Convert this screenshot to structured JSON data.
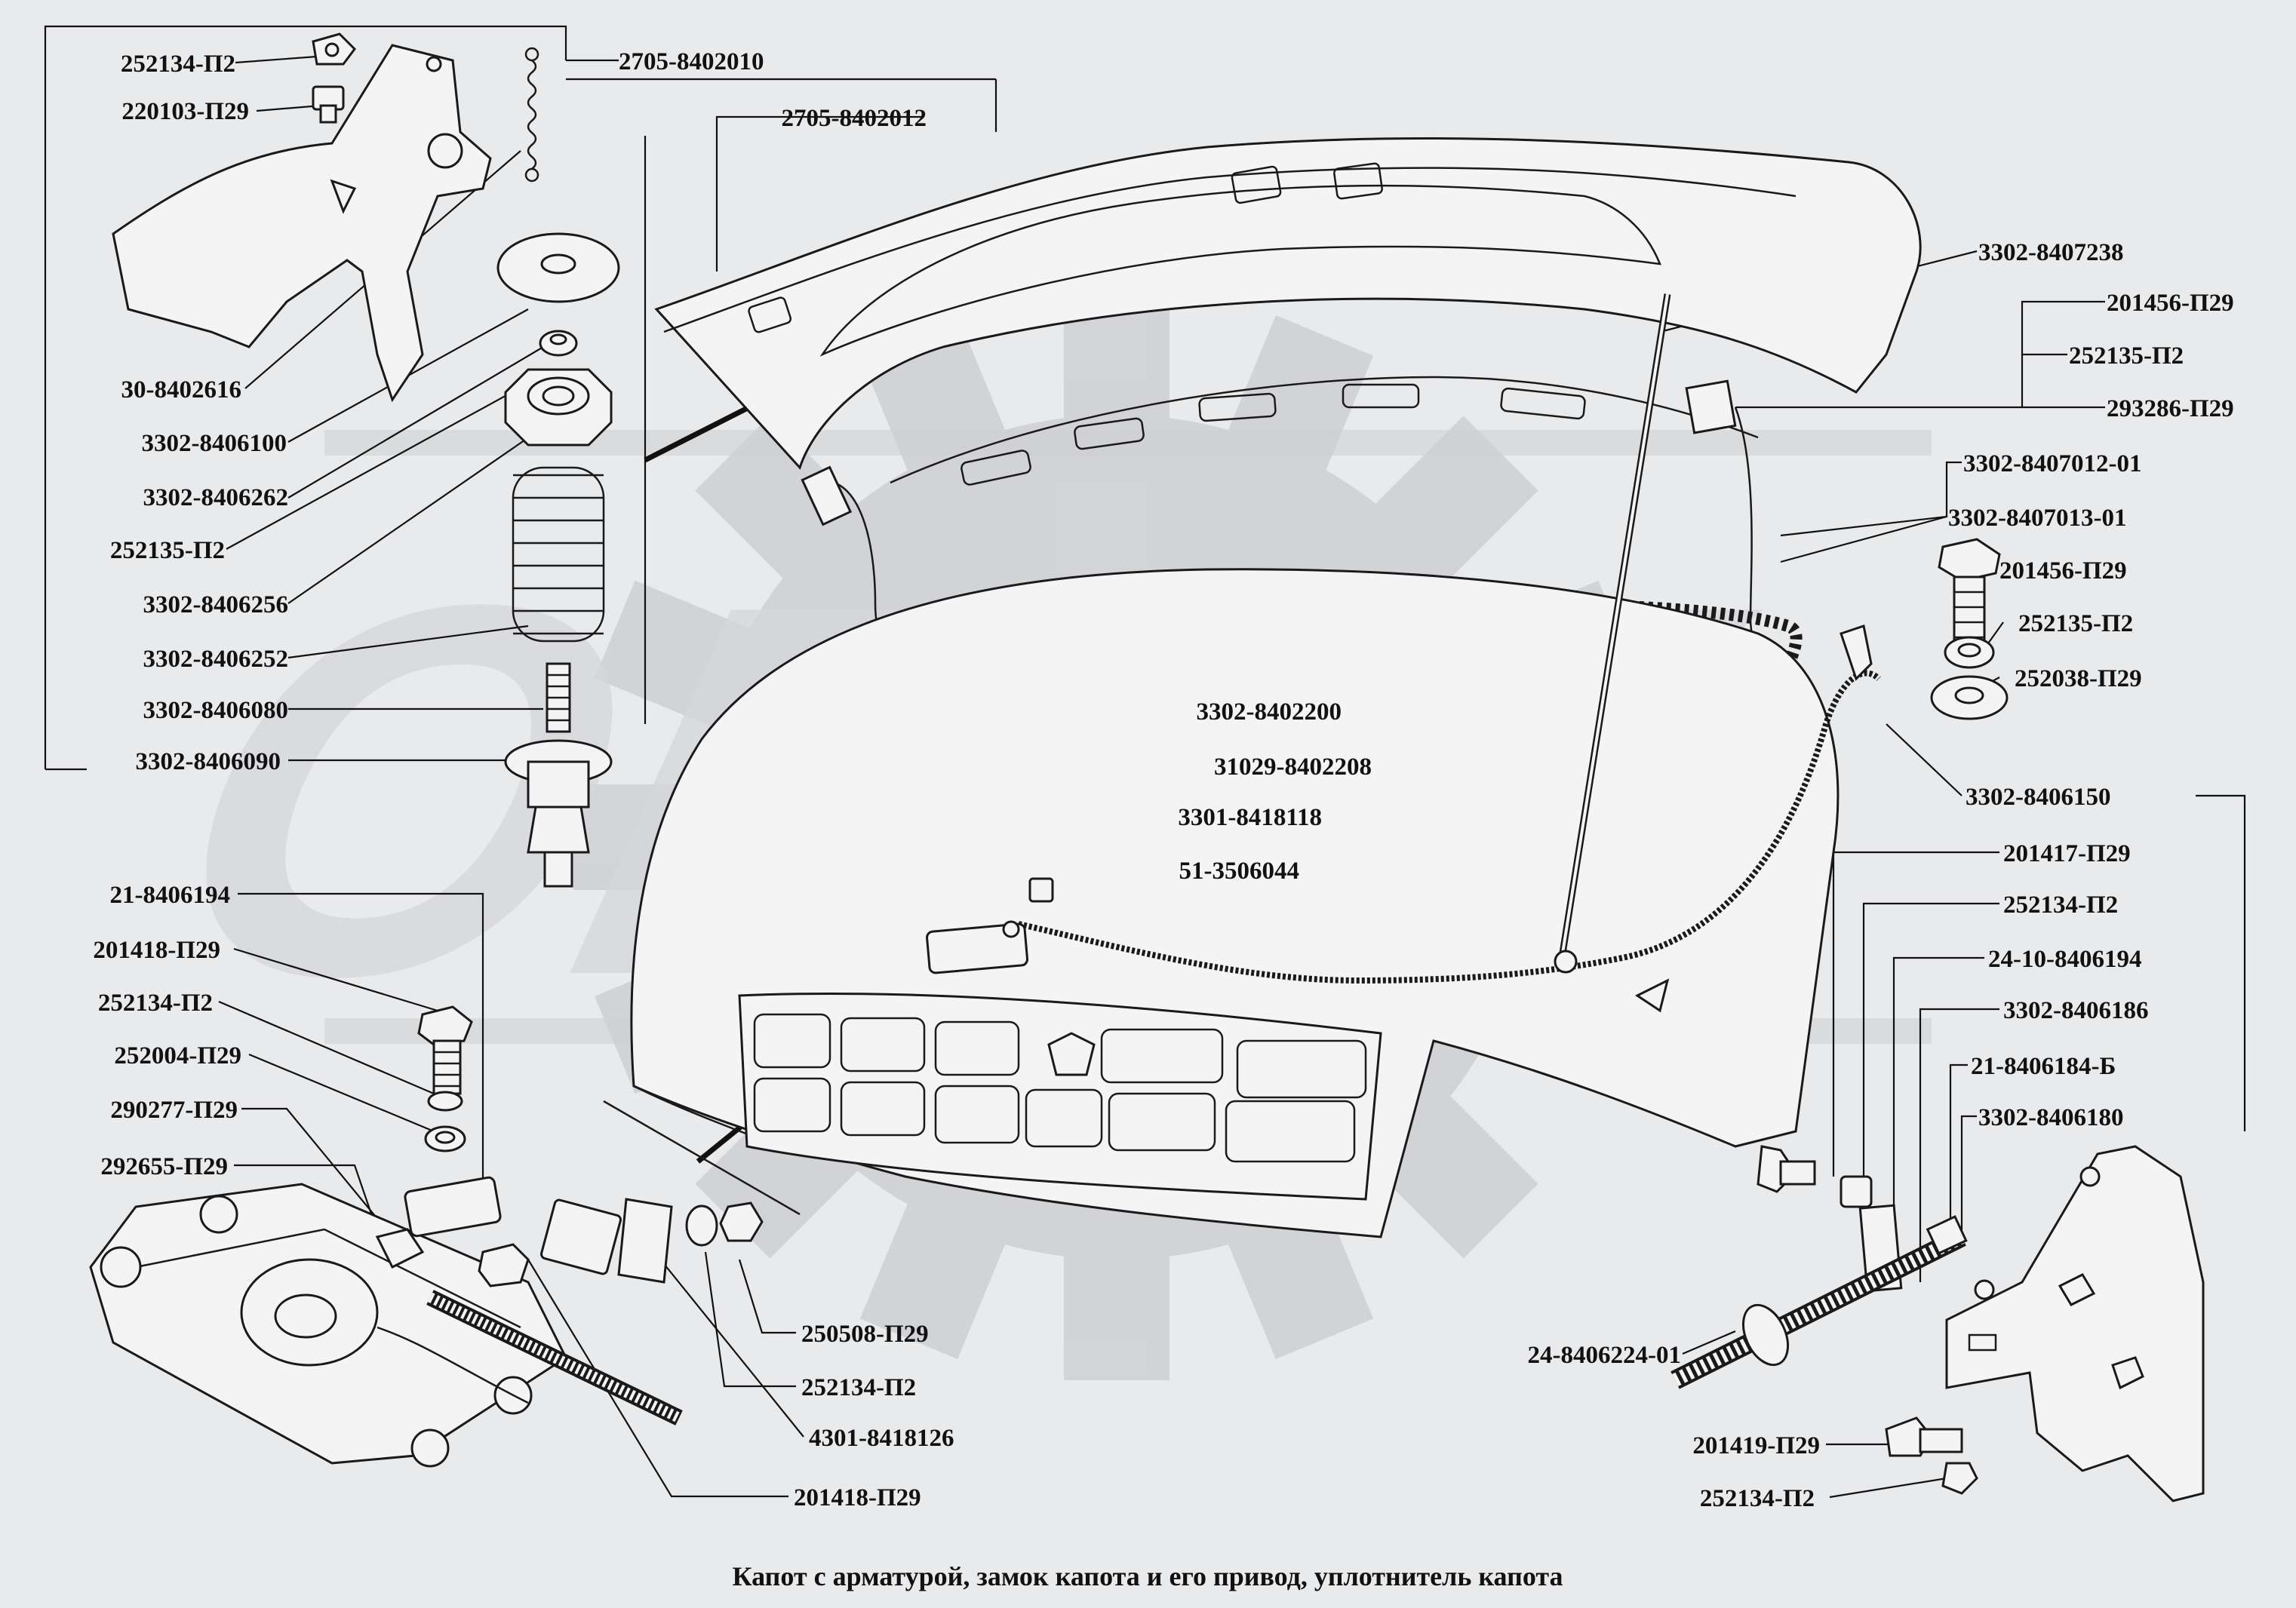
{
  "caption": "Капот с арматурой, замок капота и его привод, уплотнитель капота",
  "watermark": "OREX",
  "labels": [
    {
      "id": "l01",
      "text": "252134-П2"
    },
    {
      "id": "l02",
      "text": "220103-П29"
    },
    {
      "id": "l03",
      "text": "2705-8402010"
    },
    {
      "id": "l04",
      "text": "2705-8402012"
    },
    {
      "id": "l05",
      "text": "30-8402616"
    },
    {
      "id": "l06",
      "text": "3302-8406100"
    },
    {
      "id": "l07",
      "text": "3302-8406262"
    },
    {
      "id": "l08",
      "text": "252135-П2"
    },
    {
      "id": "l09",
      "text": "3302-8406256"
    },
    {
      "id": "l10",
      "text": "3302-8406252"
    },
    {
      "id": "l11",
      "text": "3302-8406080"
    },
    {
      "id": "l12",
      "text": "3302-8406090"
    },
    {
      "id": "l13",
      "text": "3302-8407238"
    },
    {
      "id": "l14",
      "text": "201456-П29"
    },
    {
      "id": "l15",
      "text": "252135-П2"
    },
    {
      "id": "l16",
      "text": "293286-П29"
    },
    {
      "id": "l17",
      "text": "3302-8407012-01"
    },
    {
      "id": "l18",
      "text": "3302-8407013-01"
    },
    {
      "id": "l19",
      "text": "201456-П29"
    },
    {
      "id": "l20",
      "text": "252135-П2"
    },
    {
      "id": "l21",
      "text": "252038-П29"
    },
    {
      "id": "l22",
      "text": "3302-8402200"
    },
    {
      "id": "l23",
      "text": "31029-8402208"
    },
    {
      "id": "l24",
      "text": "3301-8418118"
    },
    {
      "id": "l25",
      "text": "51-3506044"
    },
    {
      "id": "l26",
      "text": "3302-8406150"
    },
    {
      "id": "l27",
      "text": "201417-П29"
    },
    {
      "id": "l28",
      "text": "252134-П2"
    },
    {
      "id": "l29",
      "text": "24-10-8406194"
    },
    {
      "id": "l30",
      "text": "3302-8406186"
    },
    {
      "id": "l31",
      "text": "21-8406184-Б"
    },
    {
      "id": "l32",
      "text": "3302-8406180"
    },
    {
      "id": "l33",
      "text": "24-8406224-01"
    },
    {
      "id": "l34",
      "text": "201419-П29"
    },
    {
      "id": "l35",
      "text": "252134-П2"
    },
    {
      "id": "l36",
      "text": "21-8406194"
    },
    {
      "id": "l37",
      "text": "201418-П29"
    },
    {
      "id": "l38",
      "text": "252134-П2"
    },
    {
      "id": "l39",
      "text": "252004-П29"
    },
    {
      "id": "l40",
      "text": "290277-П29"
    },
    {
      "id": "l41",
      "text": "292655-П29"
    },
    {
      "id": "l42",
      "text": "250508-П29"
    },
    {
      "id": "l43",
      "text": "252134-П2"
    },
    {
      "id": "l44",
      "text": "4301-8418126"
    },
    {
      "id": "l45",
      "text": "201418-П29"
    }
  ]
}
